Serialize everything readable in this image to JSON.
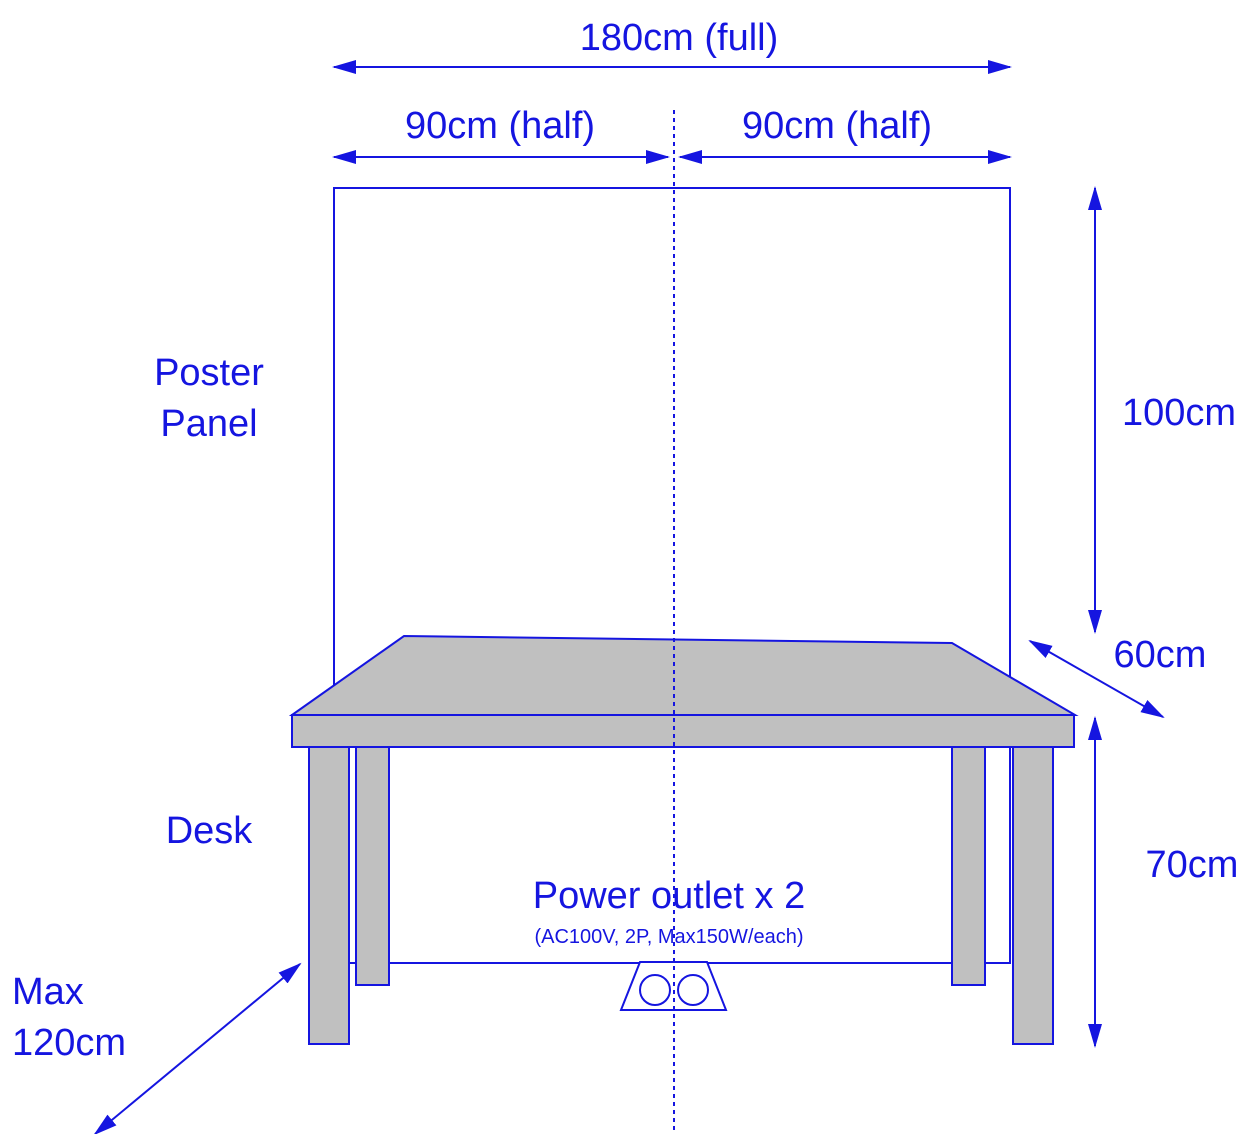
{
  "labels": {
    "full_width": "180cm (full)",
    "half_left": "90cm (half)",
    "half_right": "90cm (half)",
    "panel_height": "100cm",
    "desk_depth": "60cm",
    "desk_height": "70cm",
    "poster_line1": "Poster",
    "poster_line2": "Panel",
    "desk": "Desk",
    "power_outlet": "Power outlet x 2",
    "power_spec": "(AC100V, 2P, Max150W/each)",
    "max_line1": "Max",
    "max_line2": "120cm"
  },
  "colors": {
    "line": "#1515e0",
    "desk_fill": "#c0c0c0",
    "background": "#ffffff"
  }
}
